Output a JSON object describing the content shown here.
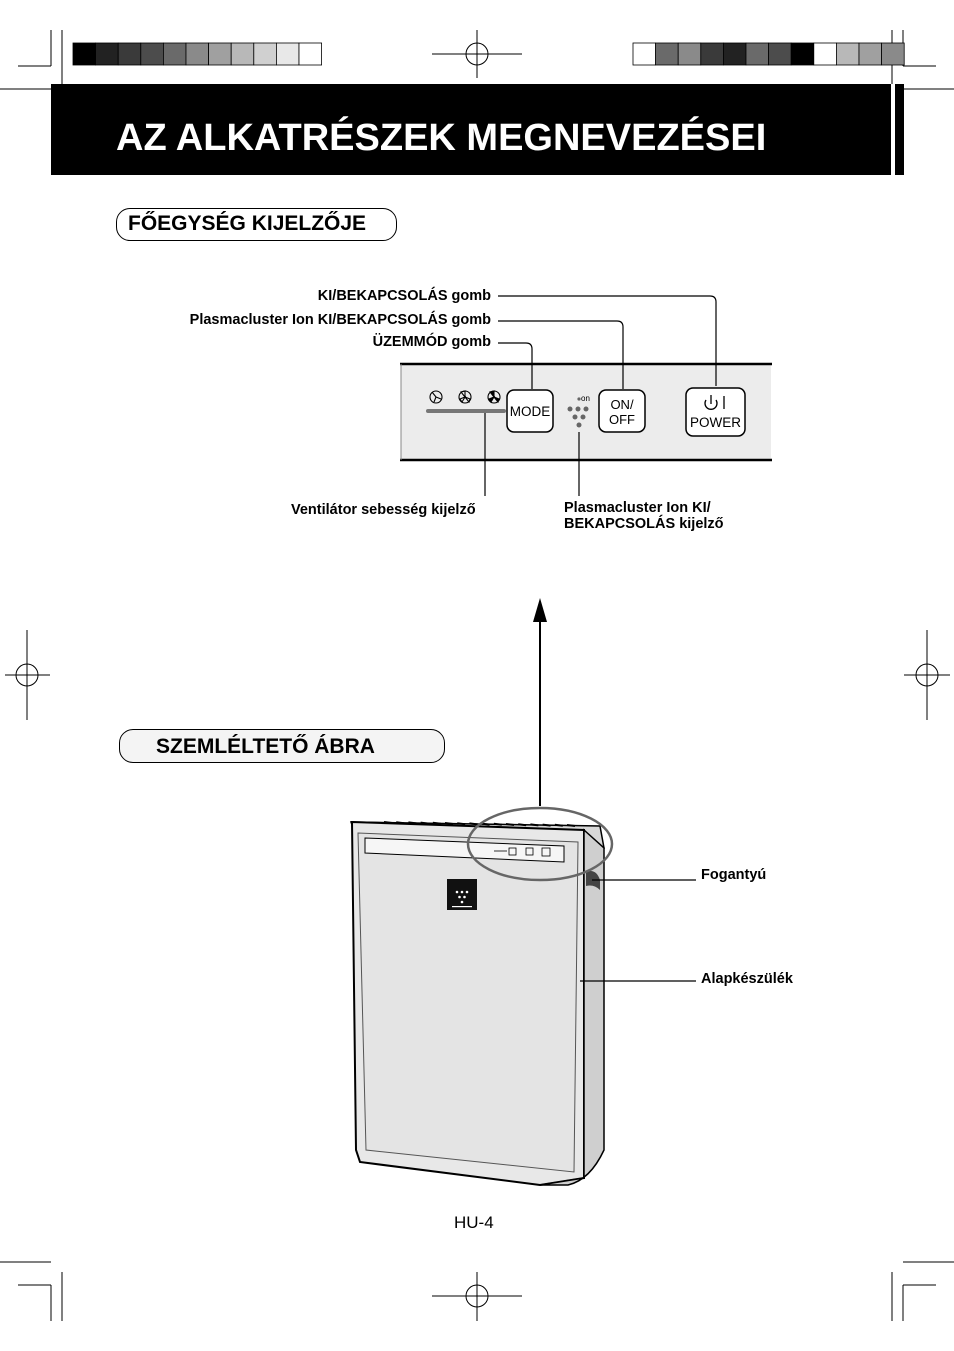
{
  "title": "AZ ALKATRÉSZEK MEGNEVEZÉSEI",
  "section_display": "FŐEGYSÉG KIJELZŐJE",
  "section_illustration": "SZEMLÉLTETŐ ÁBRA",
  "callouts": {
    "power_button": "KI/BEKAPCSOLÁS gomb",
    "plasmacluster_button": "Plasmacluster Ion KI/BEKAPCSOLÁS gomb",
    "mode_button": "ÜZEMMÓD gomb",
    "fan_speed_indicator": "Ventilátor sebesség kijelző",
    "plasmacluster_indicator_line1": "Plasmacluster Ion KI/",
    "plasmacluster_indicator_line2": "BEKAPCSOLÁS kijelző",
    "handle": "Fogantyú",
    "main_unit": "Alapkészülék"
  },
  "panel": {
    "mode_label": "MODE",
    "onoff_line1": "ON/",
    "onoff_line2": "OFF",
    "power_label": "POWER",
    "ion_label": "on"
  },
  "page_number": "HU-4",
  "registration_strip_left": [
    "#000000",
    "#222222",
    "#3a3a3a",
    "#4c4c4c",
    "#6a6a6a",
    "#8a8a8a",
    "#a0a0a0",
    "#b8b8b8",
    "#d0d0d0",
    "#e8e8e8",
    "#ffffff"
  ],
  "registration_strip_right": [
    "#ffffff",
    "#6a6a6a",
    "#8a8a8a",
    "#3a3a3a",
    "#222222",
    "#6a6a6a",
    "#4c4c4c",
    "#000000",
    "#ffffff",
    "#b8b8b8",
    "#a0a0a0",
    "#8a8a8a"
  ]
}
